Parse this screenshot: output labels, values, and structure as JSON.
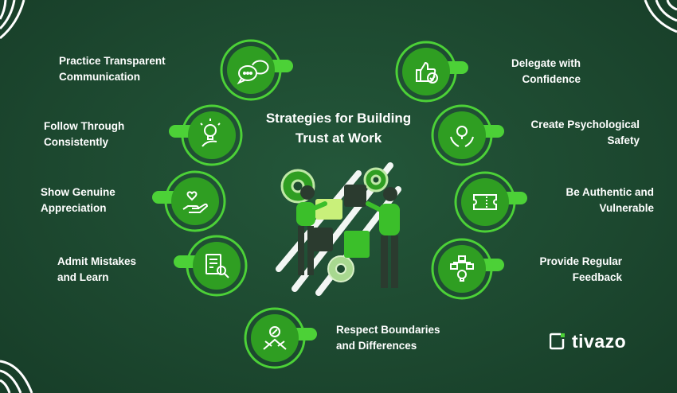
{
  "title_line1": "Strategies for Building",
  "title_line2": "Trust at Work",
  "strategies": [
    {
      "line1": "Practice Transparent",
      "line2": "Communication",
      "icon": "speech-bubbles-icon"
    },
    {
      "line1": "Follow Through",
      "line2": "Consistently",
      "icon": "lightbulb-hand-icon"
    },
    {
      "line1": "Show Genuine",
      "line2": "Appreciation",
      "icon": "hand-hearts-icon"
    },
    {
      "line1": "Admit Mistakes",
      "line2": "and Learn",
      "icon": "document-magnifier-icon"
    },
    {
      "line1": "Respect Boundaries",
      "line2": "and Differences",
      "icon": "crossed-hands-icon"
    },
    {
      "line1": "Delegate with",
      "line2": "Confidence",
      "icon": "thumbs-up-check-icon"
    },
    {
      "line1": "Create Psychological",
      "line2": "Safety",
      "icon": "hands-shield-icon"
    },
    {
      "line1": "Be Authentic and",
      "line2": "Vulnerable",
      "icon": "ticket-icon"
    },
    {
      "line1": "Provide Regular",
      "line2": "Feedback",
      "icon": "flowchart-bulb-icon"
    }
  ],
  "brand": "tivazo",
  "colors": {
    "background": "#1e4a30",
    "accent": "#4cd137",
    "ring": "#3bbf2a",
    "disc": "#2f9e22",
    "text": "#ffffff"
  }
}
